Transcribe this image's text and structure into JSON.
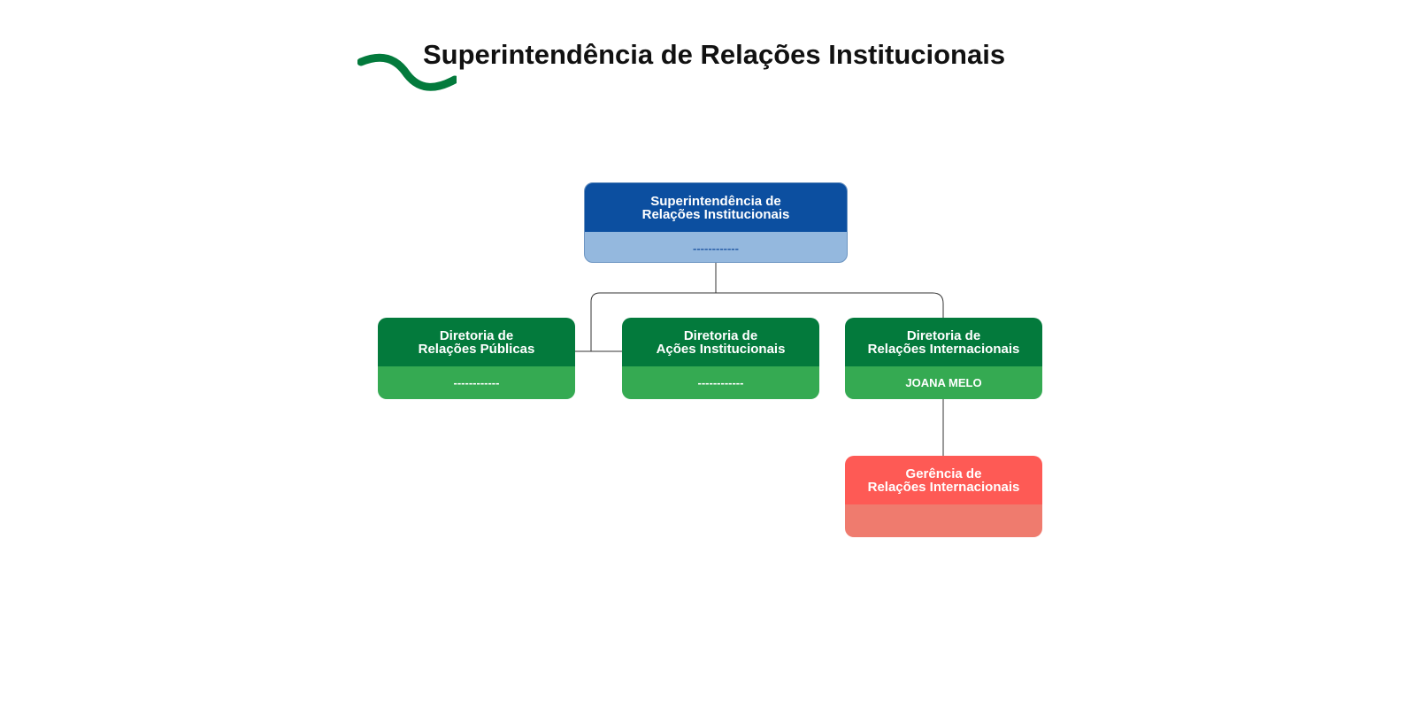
{
  "header": {
    "title": "Superintendência de Relações Institucionais"
  },
  "nodes": {
    "root": {
      "title_line1": "Superintendência de",
      "title_line2": "Relações Institucionais",
      "holder": "------------",
      "color": "#0c4fa0"
    },
    "publicas": {
      "title_line1": "Diretoria de",
      "title_line2": "Relações Públicas",
      "holder": "------------",
      "color": "#037a3c"
    },
    "acoes": {
      "title_line1": "Diretoria de",
      "title_line2": "Ações Institucionais",
      "holder": "------------",
      "color": "#037a3c"
    },
    "internacionais": {
      "title_line1": "Diretoria de",
      "title_line2": "Relações Internacionais",
      "holder": "JOANA MELO",
      "color": "#037a3c"
    },
    "gerencia": {
      "title_line1": "Gerência de",
      "title_line2": "Relações Internacionais",
      "holder": "",
      "color": "#fe5a55"
    }
  },
  "accent_color": "#037a3c"
}
